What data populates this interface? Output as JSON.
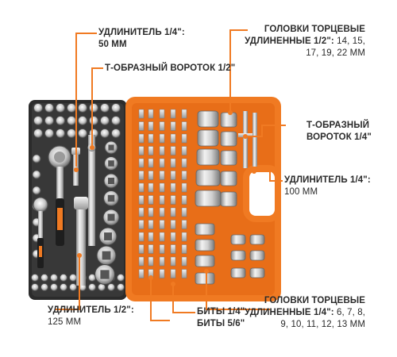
{
  "labels": {
    "ext_quarter_50": {
      "line1": "УДЛИНИТЕЛЬ 1/4\":",
      "line2": "50 ММ"
    },
    "t_handle_half": {
      "line1": "Т-ОБРАЗНЫЙ ВОРОТОК 1/2\""
    },
    "deep_sockets_half": {
      "line1": "ГОЛОВКИ ТОРЦЕВЫЕ",
      "line2_bold": "УДЛИНЕННЫЕ 1/2\":",
      "line2_sizes": " 14, 15,",
      "line3": "17, 19, 22 ММ"
    },
    "t_handle_quarter": {
      "line1": "Т-ОБРАЗНЫЙ",
      "line2": "ВОРОТОК 1/4\""
    },
    "ext_quarter_100": {
      "line1": "УДЛИНИТЕЛЬ 1/4\":",
      "line2": "100 ММ"
    },
    "ext_half_125": {
      "line1": "УДЛИНИТЕЛЬ 1/2\":",
      "line2": "125 ММ"
    },
    "bits": {
      "line1": "БИТЫ 1/4\"",
      "line2": "БИТЫ 5/6\""
    },
    "deep_sockets_quarter": {
      "line1": "ГОЛОВКИ ТОРЦЕВЫЕ",
      "line2_bold": "УДЛИНЕННЫЕ 1/4\":",
      "line2_sizes": " 6, 7, 8,",
      "line3": "9, 10, 11, 12, 13 ММ"
    }
  },
  "colors": {
    "case_orange": "#f07a22",
    "case_dark": "#2b2b2b",
    "leader": "#f07a22",
    "text": "#2a2a2a"
  }
}
